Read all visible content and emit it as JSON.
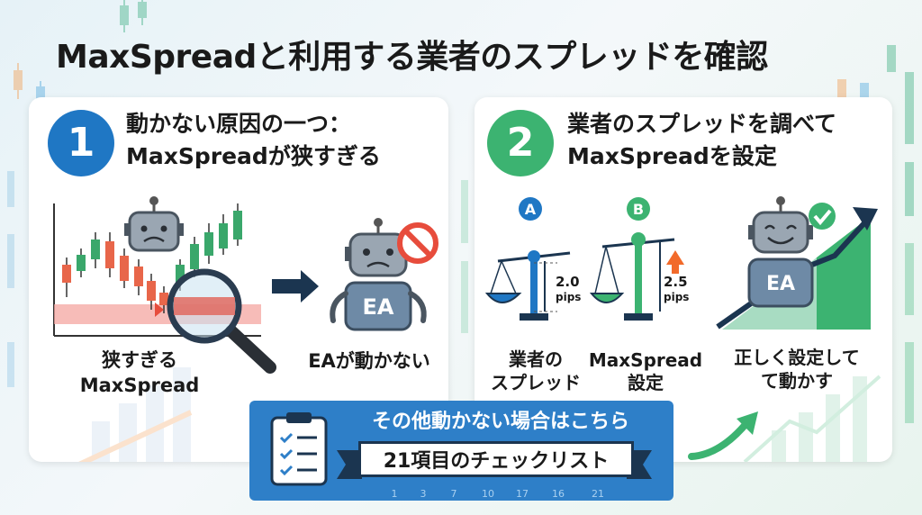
{
  "title": "MaxSpreadと利用する業者のスプレッドを確認",
  "panel1": {
    "number": "1",
    "title_line1": "動かない原因の一つ：",
    "title_line2": "MaxSpreadが狭すぎる",
    "narrow_label_line1": "狭すぎる",
    "narrow_label_line2": "MaxSpread",
    "ea_label": "EA",
    "ea_not_working": "EAが動かない"
  },
  "panel2": {
    "number": "2",
    "title_line1": "業者のスプレッドを調べて",
    "title_line2": "MaxSpreadを設定",
    "badge_a": "A",
    "badge_b": "B",
    "value_a": "2.0",
    "unit_a": "pips",
    "value_b": "2.5",
    "unit_b": "pips",
    "label_a_line1": "業者の",
    "label_a_line2": "スプレッド",
    "label_b_line1": "MaxSpread",
    "label_b_line2": "設定",
    "ea_label": "EA",
    "result_line1": "正しく設定して",
    "result_line2": "て動かす"
  },
  "banner": {
    "title": "その他動かない場合はこちら",
    "ribbon": "21項目のチェックリスト",
    "numbers": [
      "1",
      "3",
      "7",
      "10",
      "17",
      "16",
      "21"
    ]
  },
  "colors": {
    "blue": "#1f77c4",
    "green": "#3cb371",
    "red": "#e74c3c",
    "navy": "#1b3550",
    "banner": "#2e7fc8"
  }
}
